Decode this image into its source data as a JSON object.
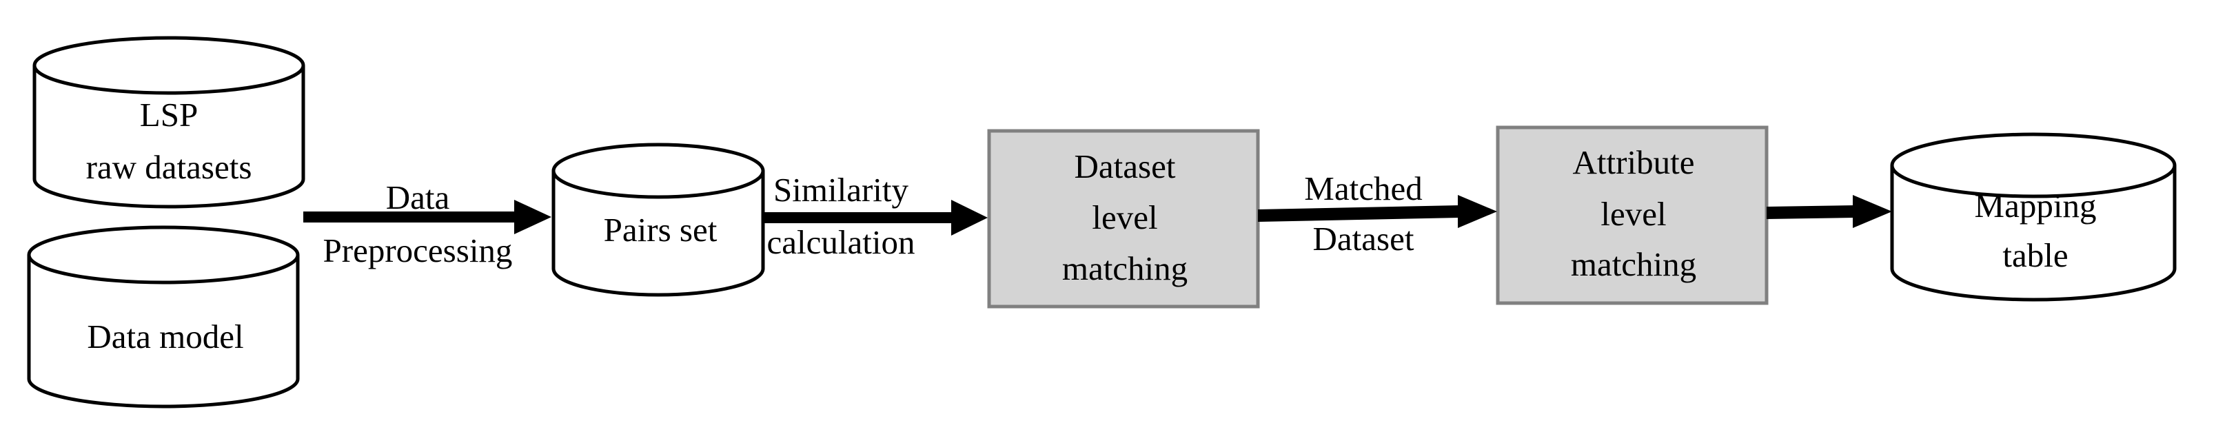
{
  "diagram": {
    "nodes": {
      "lsp_raw": {
        "lines": [
          "LSP",
          "raw datasets"
        ]
      },
      "data_model": {
        "lines": [
          "Data model"
        ]
      },
      "pairs_set": {
        "lines": [
          "Pairs set"
        ]
      },
      "dataset_matching": {
        "lines": [
          "Dataset",
          "level",
          "matching"
        ]
      },
      "attribute_matching": {
        "lines": [
          "Attribute",
          "level",
          "matching"
        ]
      },
      "mapping_table": {
        "lines": [
          "Mapping",
          "table"
        ]
      }
    },
    "edges": {
      "preprocessing": {
        "lines": [
          "Data",
          "Preprocessing"
        ]
      },
      "similarity": {
        "lines": [
          "Similarity",
          "calculation"
        ]
      },
      "matched": {
        "lines": [
          "Matched",
          "Dataset"
        ]
      }
    },
    "colors": {
      "box_fill": "#d4d4d4",
      "box_stroke": "#808080",
      "cylinder_stroke": "#000000",
      "arrow": "#000000"
    }
  }
}
